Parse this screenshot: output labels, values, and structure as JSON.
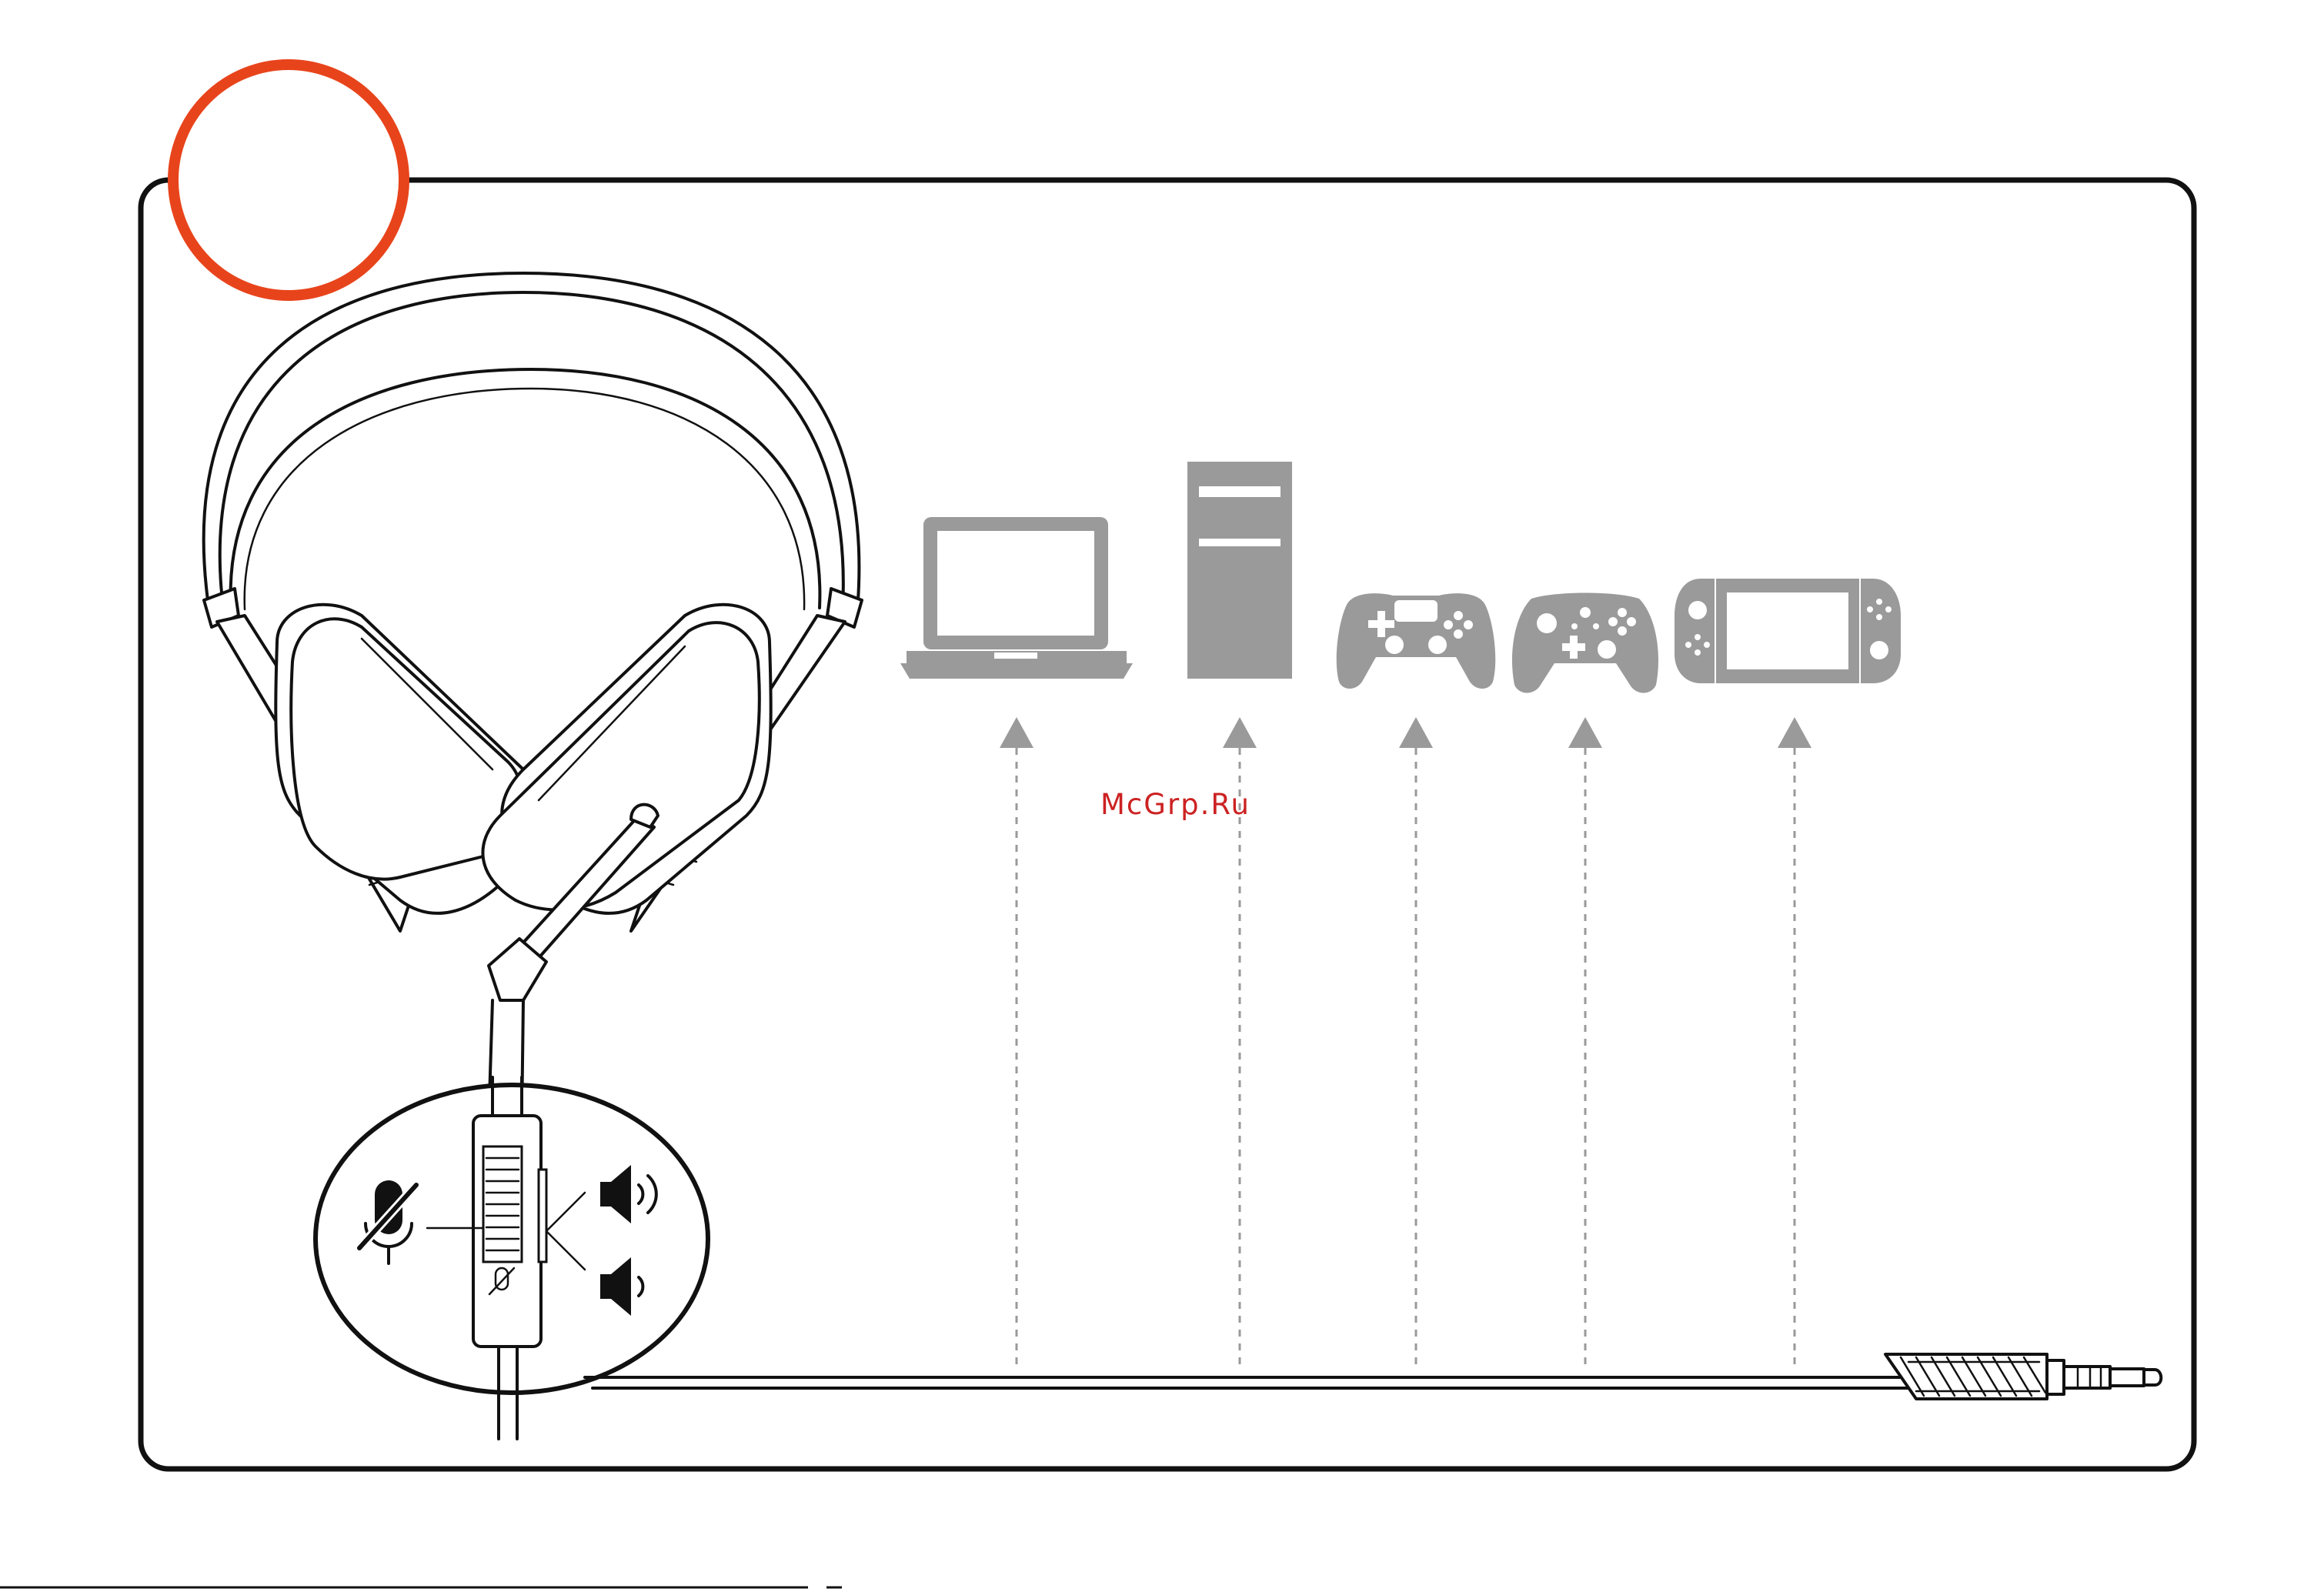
{
  "watermark": {
    "text": "McGrp.Ru",
    "color": "#cc2222"
  },
  "colors": {
    "frame": "#111111",
    "step_marker": "#e8441c",
    "device_fill": "#9a9a9a",
    "guide_line": "#9a9a9a"
  },
  "devices": [
    {
      "id": "laptop",
      "icon": "laptop-icon"
    },
    {
      "id": "desktop-pc",
      "icon": "desktop-tower-icon"
    },
    {
      "id": "playstation",
      "icon": "playstation-controller-icon"
    },
    {
      "id": "xbox",
      "icon": "xbox-controller-icon"
    },
    {
      "id": "switch",
      "icon": "nintendo-switch-icon"
    }
  ],
  "inline_remote": {
    "icons": [
      "mic-mute-icon",
      "volume-up-icon",
      "volume-down-icon"
    ]
  },
  "connector": {
    "icon": "audio-jack-3-5mm-icon"
  }
}
